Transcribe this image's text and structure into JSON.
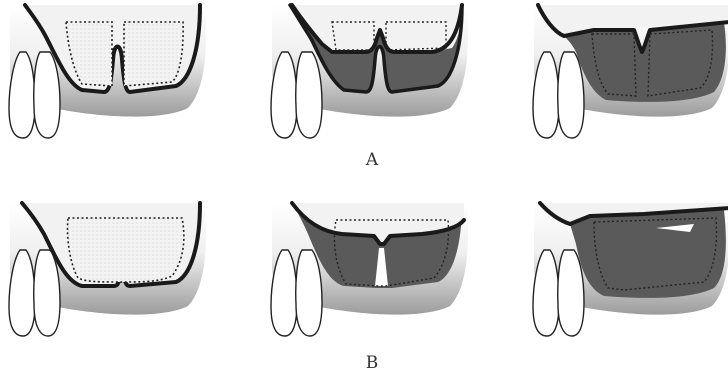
{
  "figure": {
    "row_labels": {
      "a": "A",
      "b": "B"
    },
    "colors": {
      "outline": "#1a1a1a",
      "bone_gradient_top": "#ffffff",
      "bone_gradient_bottom": "#9a9a9a",
      "sinus_light": "#f1f1f1",
      "graft_dark": "#5a5a5a",
      "tooth": "#ffffff"
    },
    "rows": [
      {
        "label_key": "a",
        "panels": [
          {
            "stage": 1,
            "graft_filled": false
          },
          {
            "stage": 2,
            "graft_filled": true
          },
          {
            "stage": 3,
            "graft_filled": true
          }
        ]
      },
      {
        "label_key": "b",
        "panels": [
          {
            "stage": 1,
            "graft_filled": false
          },
          {
            "stage": 2,
            "graft_filled": true
          },
          {
            "stage": 3,
            "graft_filled": true
          }
        ]
      }
    ]
  }
}
